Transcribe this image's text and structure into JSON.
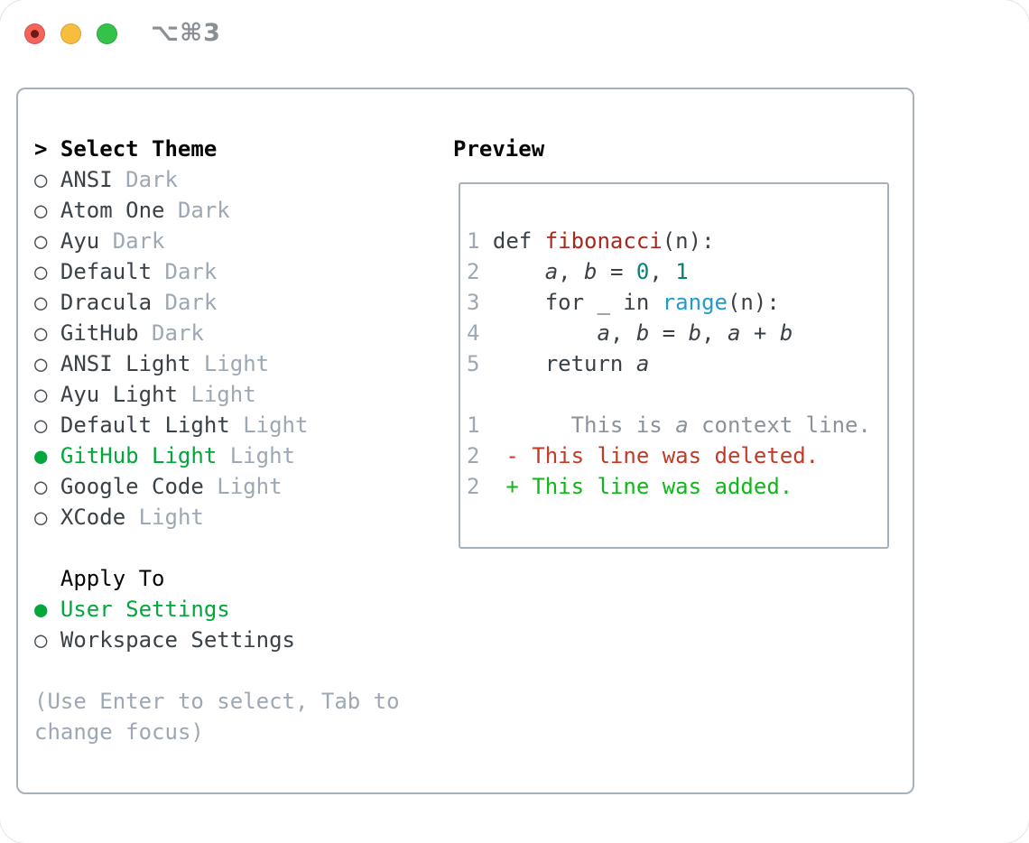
{
  "window": {
    "title": "⌥⌘3"
  },
  "titlebar": {
    "buttons": [
      {
        "name": "close",
        "color": "#f4645b",
        "inner_dot": "#701a10"
      },
      {
        "name": "minimize",
        "color": "#f8bd3f",
        "inner_dot": null
      },
      {
        "name": "zoom",
        "color": "#35c24a",
        "inner_dot": null
      }
    ]
  },
  "icons": {
    "prompt": ">",
    "radio_on": "●",
    "radio_off": "○"
  },
  "colors": {
    "ui_green": "#02a73c",
    "diff_add_green": "#0eb818",
    "diff_del_red": "#c23a25",
    "function_red": "#a8291b",
    "number_teal": "#0b8176",
    "builtin_blue": "#1f9ccc",
    "text_dark": "#3a4147",
    "muted_gray": "#9da8b4",
    "context_gray": "#8b9299",
    "border_gray": "#a8b0ba"
  },
  "theme_list": {
    "header": "Select Theme",
    "items": [
      {
        "name": "ANSI",
        "tag": "Dark",
        "selected": false
      },
      {
        "name": "Atom One",
        "tag": "Dark",
        "selected": false
      },
      {
        "name": "Ayu",
        "tag": "Dark",
        "selected": false
      },
      {
        "name": "Default",
        "tag": "Dark",
        "selected": false
      },
      {
        "name": "Dracula",
        "tag": "Dark",
        "selected": false
      },
      {
        "name": "GitHub",
        "tag": "Dark",
        "selected": false
      },
      {
        "name": "ANSI Light",
        "tag": "Light",
        "selected": false
      },
      {
        "name": "Ayu Light",
        "tag": "Light",
        "selected": false
      },
      {
        "name": "Default Light",
        "tag": "Light",
        "selected": false
      },
      {
        "name": "GitHub Light",
        "tag": "Light",
        "selected": true
      },
      {
        "name": "Google Code",
        "tag": "Light",
        "selected": false
      },
      {
        "name": "XCode",
        "tag": "Light",
        "selected": false
      }
    ]
  },
  "apply_to": {
    "header": "Apply To",
    "options": [
      {
        "label": "User Settings",
        "selected": true
      },
      {
        "label": "Workspace Settings",
        "selected": false
      }
    ]
  },
  "hint_lines": [
    "(Use Enter to select, Tab to",
    "change focus)"
  ],
  "preview": {
    "header": "Preview",
    "lines": [
      {
        "num": "1",
        "seg": [
          [
            "plain",
            "def "
          ],
          [
            "fn",
            "fibonacci"
          ],
          [
            "plain",
            "(n):"
          ]
        ]
      },
      {
        "num": "2",
        "seg": [
          [
            "plain",
            "    "
          ],
          [
            "var",
            "a"
          ],
          [
            "plain",
            ", "
          ],
          [
            "var",
            "b"
          ],
          [
            "plain",
            " = "
          ],
          [
            "lit",
            "0"
          ],
          [
            "plain",
            ", "
          ],
          [
            "lit",
            "1"
          ]
        ]
      },
      {
        "num": "3",
        "seg": [
          [
            "plain",
            "    for _ in "
          ],
          [
            "builtin",
            "range"
          ],
          [
            "plain",
            "(n):"
          ]
        ]
      },
      {
        "num": "4",
        "seg": [
          [
            "plain",
            "        "
          ],
          [
            "var",
            "a"
          ],
          [
            "plain",
            ", "
          ],
          [
            "var",
            "b"
          ],
          [
            "plain",
            " = "
          ],
          [
            "var",
            "b"
          ],
          [
            "plain",
            ", "
          ],
          [
            "var",
            "a"
          ],
          [
            "plain",
            " + "
          ],
          [
            "var",
            "b"
          ]
        ]
      },
      {
        "num": "5",
        "seg": [
          [
            "plain",
            "    return "
          ],
          [
            "var",
            "a"
          ]
        ]
      },
      {
        "num": "",
        "seg": []
      },
      {
        "num": "1",
        "seg": [
          [
            "ctx",
            "      This is "
          ],
          [
            "ctxi",
            "a"
          ],
          [
            "ctx",
            " context line."
          ]
        ]
      },
      {
        "num": "2",
        "seg": [
          [
            "del",
            " - This line was deleted."
          ]
        ]
      },
      {
        "num": "2",
        "seg": [
          [
            "add",
            " + This line was added."
          ]
        ]
      }
    ]
  }
}
